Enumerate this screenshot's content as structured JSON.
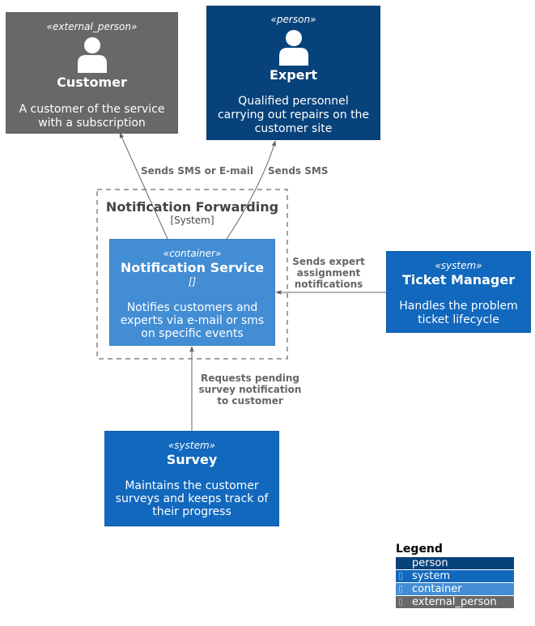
{
  "colors": {
    "external_person": "#686868",
    "person": "#08427b",
    "system": "#1168bd",
    "container": "#438dd5",
    "edge": "#666666"
  },
  "customer": {
    "stereotype": "«external_person»",
    "name": "Customer",
    "description_lines": [
      "A customer of the service",
      "with a subscription"
    ]
  },
  "expert": {
    "stereotype": "«person»",
    "name": "Expert",
    "description_lines": [
      "Qualified personnel",
      "carrying out repairs on the",
      "customer site"
    ]
  },
  "boundary": {
    "name": "Notification Forwarding",
    "type": "[System]"
  },
  "notification_service": {
    "stereotype": "«container»",
    "name": "Notification Service",
    "technology": "[]",
    "description_lines": [
      "Notifies customers and",
      "experts via e-mail or sms",
      "on specific events"
    ]
  },
  "ticket_manager": {
    "stereotype": "«system»",
    "name": "Ticket Manager",
    "description_lines": [
      "Handles the problem",
      "ticket lifecycle"
    ]
  },
  "survey": {
    "stereotype": "«system»",
    "name": "Survey",
    "description_lines": [
      "Maintains the customer",
      "surveys and keeps track of",
      "their progress"
    ]
  },
  "relations": {
    "to_customer": "Sends SMS or E-mail",
    "to_expert": "Sends SMS",
    "from_ticket_manager": [
      "Sends expert",
      "assignment",
      "notifications"
    ],
    "from_survey": [
      "Requests pending",
      "survey notification",
      "to customer"
    ]
  },
  "legend": {
    "title": "Legend",
    "items": [
      {
        "label": "person",
        "color": "#08427b"
      },
      {
        "label": "system",
        "color": "#1168bd"
      },
      {
        "label": "container",
        "color": "#438dd5"
      },
      {
        "label": "external_person",
        "color": "#686868"
      }
    ]
  }
}
